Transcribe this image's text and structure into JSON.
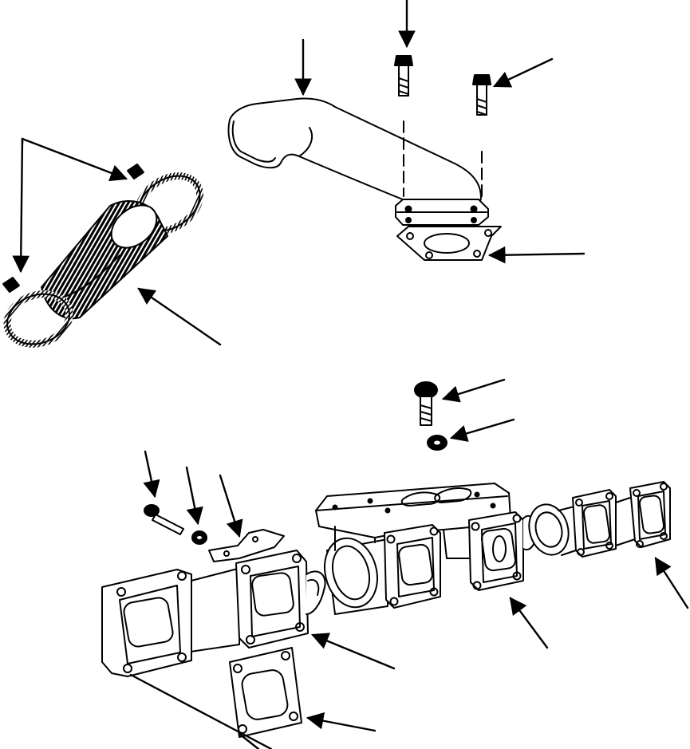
{
  "diagram": {
    "labels": [],
    "colors": {
      "ink": "#000000",
      "paper": "#ffffff"
    },
    "parts": [
      {
        "id": "exhaust-elbow",
        "kind": "elbow-pipe"
      },
      {
        "id": "elbow-bolt-left",
        "kind": "capscrew"
      },
      {
        "id": "elbow-bolt-right",
        "kind": "capscrew"
      },
      {
        "id": "elbow-gasket",
        "kind": "gasket"
      },
      {
        "id": "hose-clamp-upper",
        "kind": "clamp"
      },
      {
        "id": "hose-clamp-lower",
        "kind": "clamp"
      },
      {
        "id": "flex-connector",
        "kind": "bellows"
      },
      {
        "id": "manifold-capscrew",
        "kind": "capscrew"
      },
      {
        "id": "manifold-locknut",
        "kind": "nut"
      },
      {
        "id": "bracket-capscrew",
        "kind": "capscrew"
      },
      {
        "id": "bracket-washer",
        "kind": "washer"
      },
      {
        "id": "heat-shield-bracket",
        "kind": "bracket"
      },
      {
        "id": "exhaust-manifold",
        "kind": "manifold"
      },
      {
        "id": "manifold-gasket",
        "kind": "gasket"
      }
    ]
  }
}
